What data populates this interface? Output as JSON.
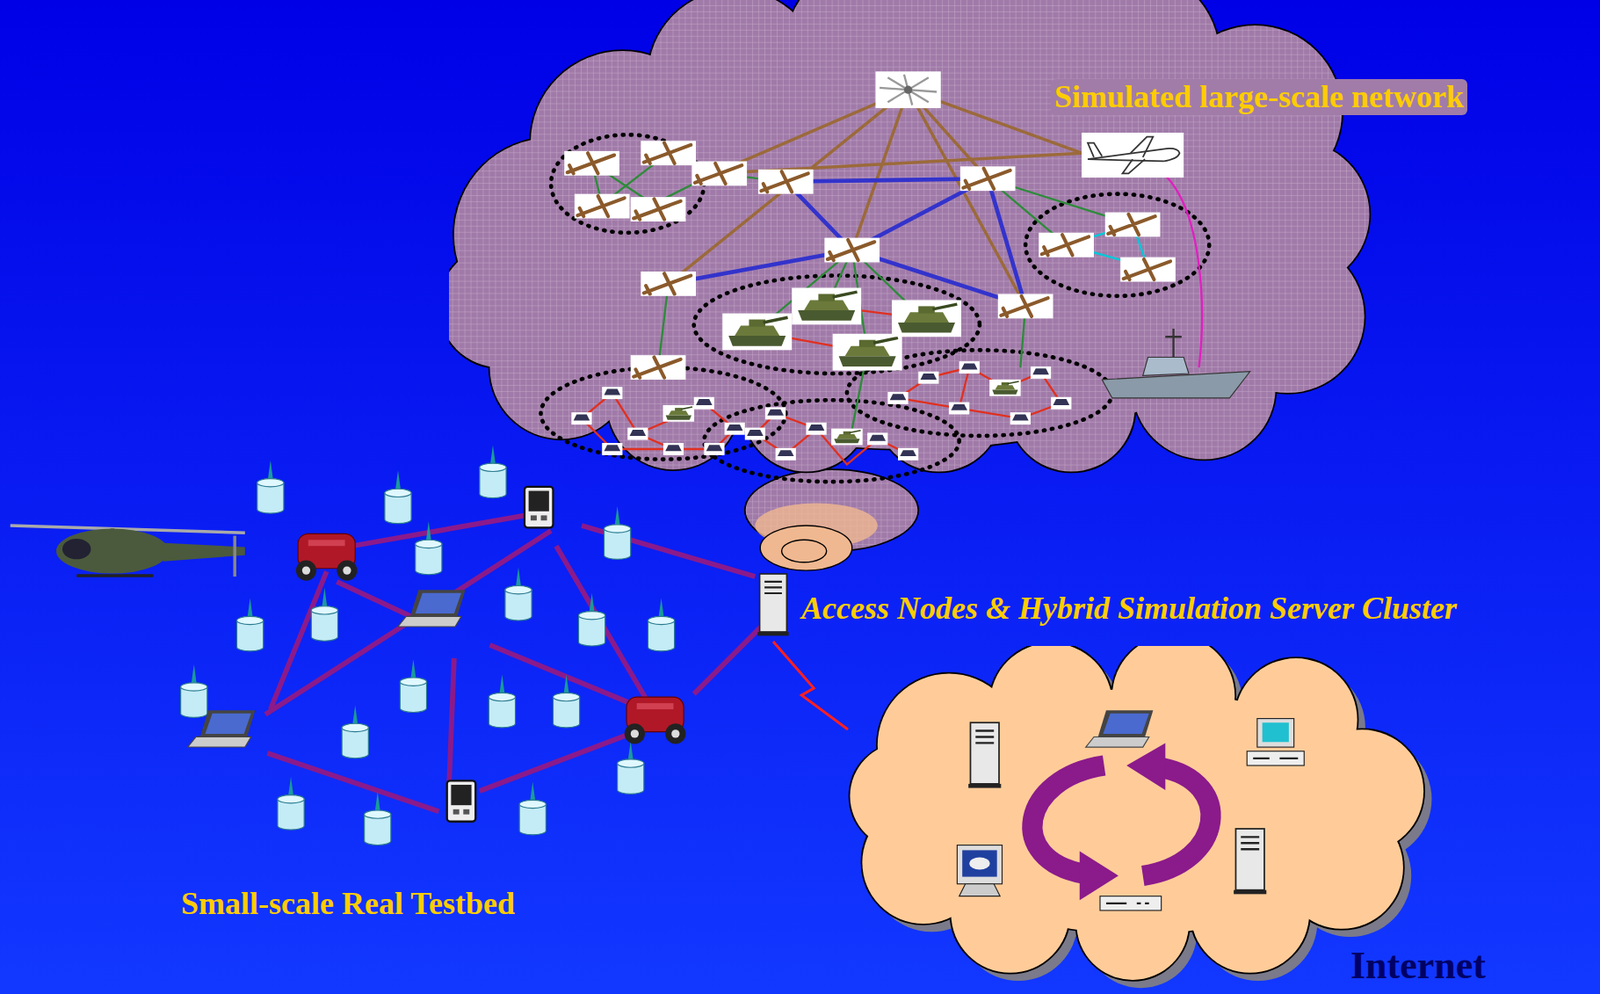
{
  "diagram": {
    "nodes": [
      {
        "text": [
          "Simulated large-scale network"
        ]
      },
      {
        "text": [
          "Access Nodes & Hybrid Simulation Server Cluster"
        ]
      },
      {
        "text": [
          "Internet"
        ]
      }
    ],
    "edges": [
      {
        "from": 1,
        "to": 2,
        "arrow": "none"
      }
    ],
    "labels": [
      "Small-scale Real Testbed"
    ]
  }
}
